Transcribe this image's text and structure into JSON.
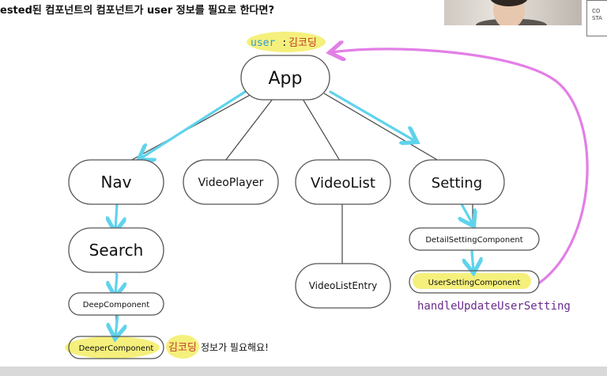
{
  "lecture_title": "ested된 컴포넌트의 컴포넌트가 user 정보를 필요로 한다면?",
  "logo_card": {
    "line1": "CO",
    "line2": "STA"
  },
  "user_label": {
    "key": "user",
    "sep": " : ",
    "value": "김코딩"
  },
  "nodes": {
    "app": "App",
    "nav": "Nav",
    "videoplayer": "VideoPlayer",
    "videolist": "VideoList",
    "setting": "Setting",
    "search": "Search",
    "deep": "DeepComponent",
    "deeper": "DeeperComponent",
    "videolistentry": "VideoListEntry",
    "detailsetting": "DetailSettingComponent",
    "usersetting": "UserSettingComponent"
  },
  "deeper_note": {
    "name": "김코딩",
    "text": "정보가 필요해요!"
  },
  "handler_label": "handleUpdateUserSetting",
  "colors": {
    "arrow_cyan": "#5fd3ec",
    "arrow_magenta": "#e27fe6",
    "highlight_yellow": "#f5f07c",
    "handler_text": "#6a2c8e",
    "user_key": "#2c9bd8",
    "user_value": "#c0392b"
  }
}
